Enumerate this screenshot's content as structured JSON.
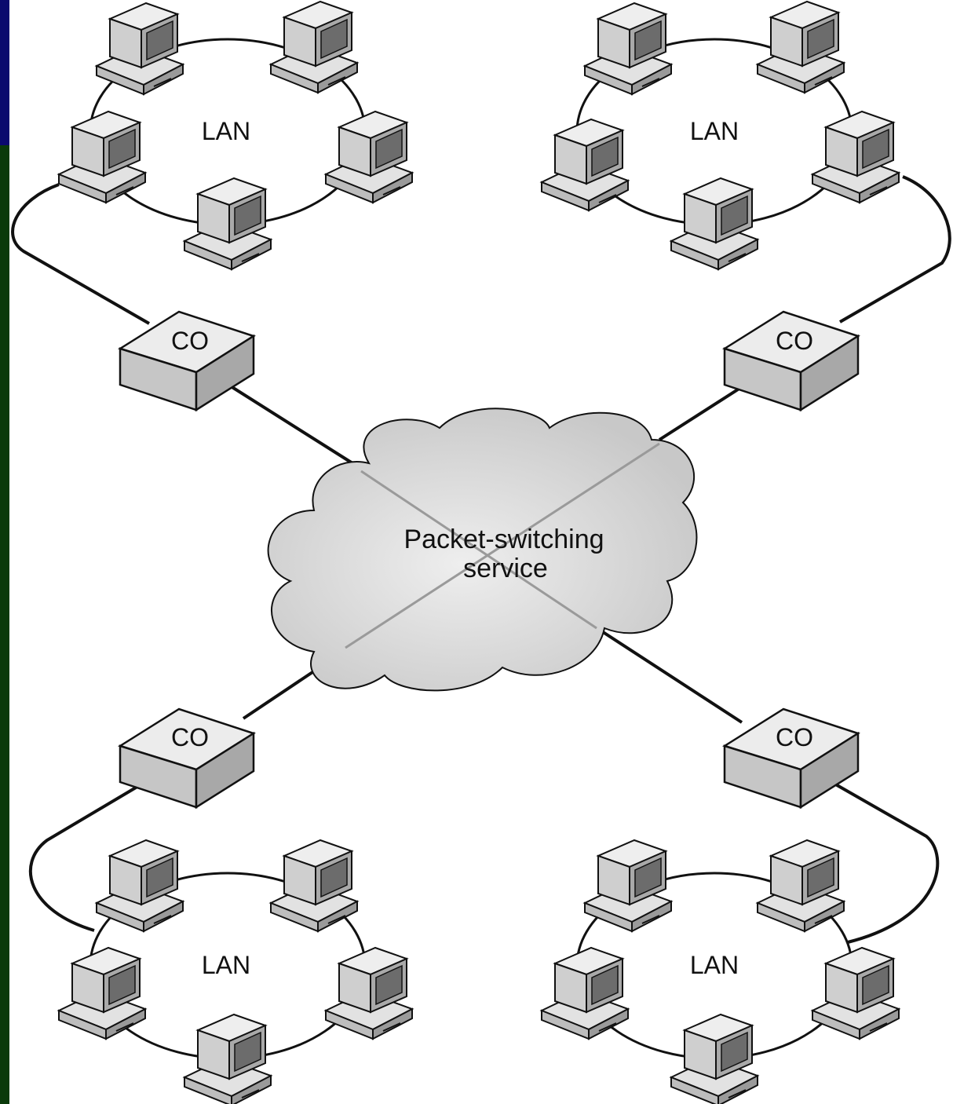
{
  "diagram": {
    "center_label_line1": "Packet-switching",
    "center_label_line2": "service",
    "co_label": "CO",
    "lan_label": "LAN",
    "lans": [
      {
        "id": "top-left",
        "label": "LAN",
        "co_label": "CO"
      },
      {
        "id": "top-right",
        "label": "LAN",
        "co_label": "CO"
      },
      {
        "id": "bottom-left",
        "label": "LAN",
        "co_label": "CO"
      },
      {
        "id": "bottom-right",
        "label": "LAN",
        "co_label": "CO"
      }
    ],
    "computers_per_lan": 5
  },
  "colors": {
    "edge_top": "#0a0a6e",
    "edge_bottom": "#0a3a0a",
    "line": "#111111",
    "cloud_fill": "#d8d8d8",
    "box_top": "#ececec",
    "box_side": "#c4c4c4"
  }
}
